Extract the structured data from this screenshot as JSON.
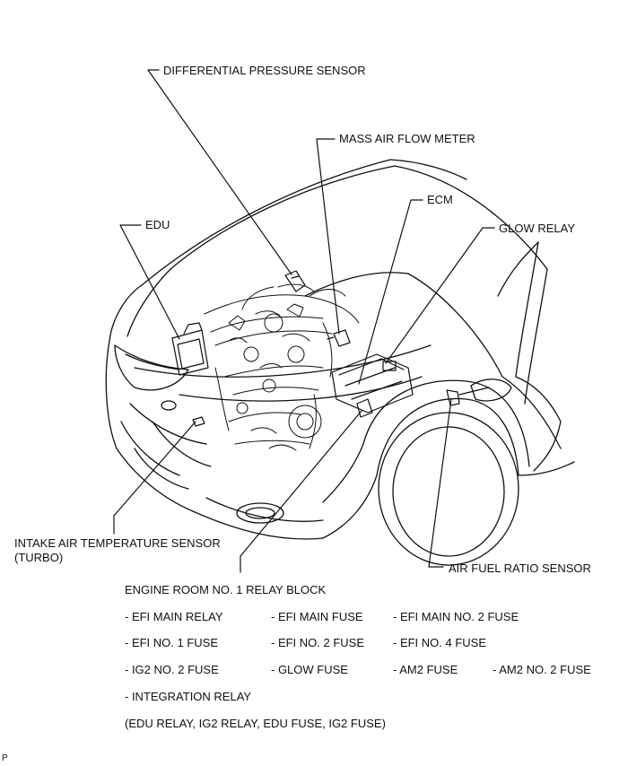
{
  "callouts": {
    "differential_pressure_sensor": "DIFFERENTIAL PRESSURE SENSOR",
    "mass_air_flow_meter": "MASS AIR FLOW METER",
    "ecm": "ECM",
    "edu": "EDU",
    "glow_relay": "GLOW RELAY",
    "intake_air_temperature_sensor": "INTAKE AIR TEMPERATURE SENSOR",
    "intake_air_temperature_sensor_note": "(TURBO)",
    "air_fuel_ratio_sensor": "AIR FUEL RATIO SENSOR"
  },
  "relay_block": {
    "title": "ENGINE ROOM NO. 1 RELAY BLOCK",
    "rows": [
      [
        "- EFI MAIN RELAY",
        "- EFI MAIN FUSE",
        "- EFI MAIN NO. 2 FUSE"
      ],
      [
        "- EFI NO. 1 FUSE",
        "- EFI NO. 2 FUSE",
        "- EFI NO. 4 FUSE"
      ],
      [
        "- IG2 NO. 2 FUSE",
        "- GLOW FUSE",
        "- AM2 FUSE",
        "- AM2 NO. 2 FUSE"
      ],
      [
        "- INTEGRATION RELAY"
      ]
    ],
    "note": "(EDU RELAY, IG2 RELAY, EDU FUSE, IG2 FUSE)"
  },
  "corner_mark": "P"
}
